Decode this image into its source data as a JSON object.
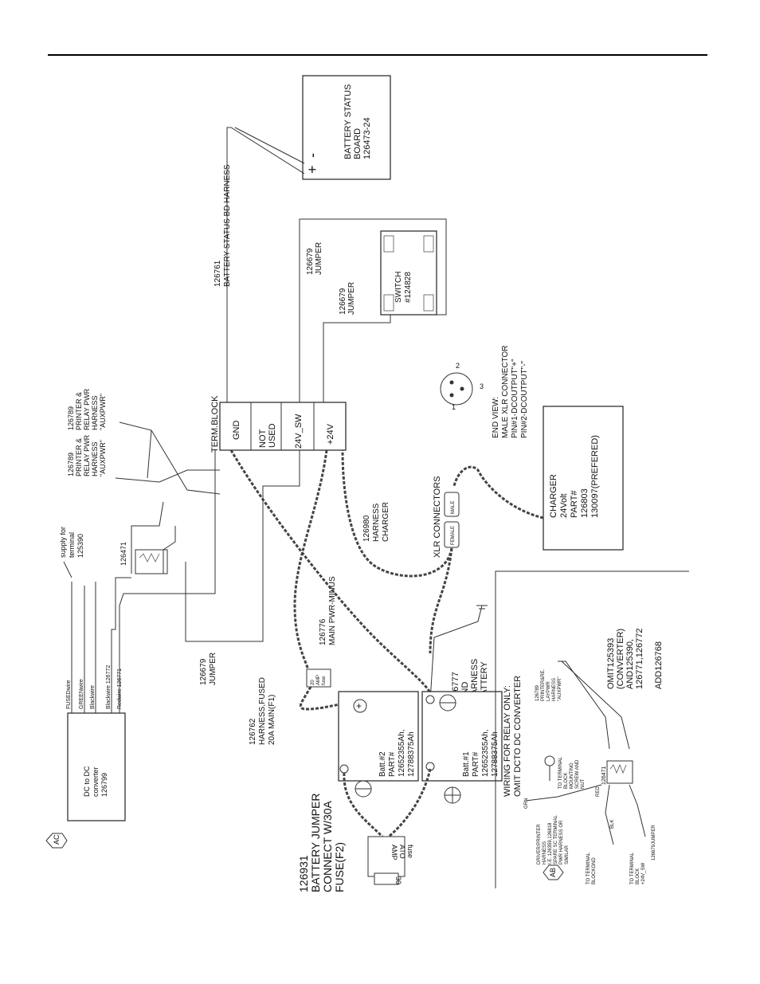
{
  "labels": {
    "battery_status_harness": "126761",
    "battery_status_harness_name": "BATTERY STATUS BD HARNESS",
    "battery_status_board_1": "BATTERY STATUS",
    "battery_status_board_2": "BOARD",
    "battery_status_board_3": "126473-24",
    "bsb_plus": "+",
    "bsb_minus": "-",
    "jumper_a_1": "126679",
    "jumper_a_2": "JUMPER",
    "jumper_b_1": "126679",
    "jumper_b_2": "JUMPER",
    "switch_1": "SWITCH",
    "switch_2": "#124828",
    "term_block": "TERM.BLOCK",
    "tb_gnd": "GND",
    "tb_notused_1": "NOT",
    "tb_notused_2": "USED",
    "tb_24vsw": "24V_SW",
    "tb_24v": "+24V",
    "aux_a_1": "126789",
    "aux_a_2": "PRINTER &",
    "aux_a_3": "RELAY PWR",
    "aux_a_4": "HARNESS",
    "aux_a_5": "\"AUXPWR\"",
    "aux_b_1": "126789",
    "aux_b_2": "PRINTER &",
    "aux_b_3": "RELAY PWR",
    "aux_b_4": "HARNESS",
    "aux_b_5": "\"AUXPWR\"",
    "xlr_end_1": "END VIEW:",
    "xlr_end_2": "MALE XLR CONNECTOR",
    "xlr_end_3": "PIN#1-DCOUTPUT\"+\"",
    "xlr_end_4": "PIN#2-DCOUTPUT\"-\"",
    "xlr_pin1": "1",
    "xlr_pin2": "2",
    "xlr_pin3": "3",
    "charger_1": "CHARGER",
    "charger_2": "24Volt",
    "charger_3": "PART#",
    "charger_4": "126803",
    "charger_5": "130097(PREFERED)",
    "xlr_connectors": "XLR CONNECTORS",
    "xlr_male": "MALE",
    "xlr_female": "FEMALE",
    "charger_harness_1": "126980",
    "charger_harness_2": "HARNESS",
    "charger_harness_3": "CHARGER",
    "main_minus_1": "126776",
    "main_minus_2": "MAIN PWR-MINUS",
    "gnd_harness_1": "126777",
    "gnd_harness_2": "GND",
    "gnd_harness_3": "HARNESS",
    "gnd_harness_4": "BATTERY",
    "jumper_c_1": "126679",
    "jumper_c_2": "JUMPER",
    "fused_harness_1": "126762",
    "fused_harness_2": "HARNESS,FUSED",
    "fused_harness_3": "20A MAIN(F1)",
    "fuse20_1": "20",
    "fuse20_2": "AMP",
    "fuse20_3": "fuse",
    "batt2_1": "Batt.#2",
    "batt2_2": "PART#",
    "batt2_3": "12652355Ah,",
    "batt2_4": "12788375Ah",
    "batt1_1": "Batt.#1",
    "batt1_2": "PART#",
    "batt1_3": "12652355Ah,",
    "batt1_4": "12788375Ah",
    "jumper30_1": "126931",
    "jumper30_2": "BATTERY JUMPER",
    "jumper30_3": "CONNECT W/30A",
    "jumper30_4": "FUSE(F2)",
    "fuse30_1": "30",
    "fuse30_2": "AMP",
    "fuse30_3": "ATO",
    "fuse30_4": "fuse",
    "supply_1": "supply for",
    "supply_2": "terminal",
    "supply_3": "125390",
    "relay": "126471",
    "conv_1": "DC to DC",
    "conv_2": "converter",
    "conv_3": "126799",
    "wire_fused": "FUSEDwire",
    "wire_green": "GREENwire",
    "wire_black": "Blackwire",
    "wire_blackwire_to": "Blackwire 126772",
    "wire_redwire_to": "Redwire 126771",
    "badge_ac": "AC",
    "badge_ab": "AB",
    "relay_only_1": "WIRING FOR RELAY ONLY:",
    "relay_only_2": "OMIT DCTO DC CONVERTER",
    "omit_1": "OMIT125393",
    "omit_2": "(CONVERTER)",
    "omit_3": "AND125390,",
    "omit_4": "126771,126772",
    "omit_5": "ADD126768",
    "inset_aux_1": "126789",
    "inset_aux_2": "PRINTER&RE.",
    "inset_aux_3": "LAYPWR",
    "inset_aux_4": "HARNESS",
    "inset_aux_5": "\"AUXPWR\"",
    "inset_term_1": "TO TERMINAL",
    "inset_term_2": "BLOCK",
    "inset_term_3": "MOUNTING",
    "inset_term_4": "SCREW AND",
    "inset_term_5": "NUT",
    "inset_grn": "GRN",
    "inset_red": "RED",
    "inset_blk": "BLK",
    "inset_relay": "126471",
    "inset_drv_1": "DRIVER/PRINTER",
    "inset_drv_2": "HARNESS",
    "inset_drv_3": "I.E. 126359,126818",
    "inset_drv_4": "SPARE SC TERMINAL",
    "inset_drv_5": "PWR HARNESS OR",
    "inset_drv_6": "SIMILAR",
    "inset_tb_1": "TO TERMINAL",
    "inset_tb_2": "BLOCKGND",
    "inset_tb_3": "TO TERMINAL",
    "inset_tb_4": "BLOCK",
    "inset_tb_5": "+24V_SW",
    "inset_jumper": "126679JUMPER"
  }
}
